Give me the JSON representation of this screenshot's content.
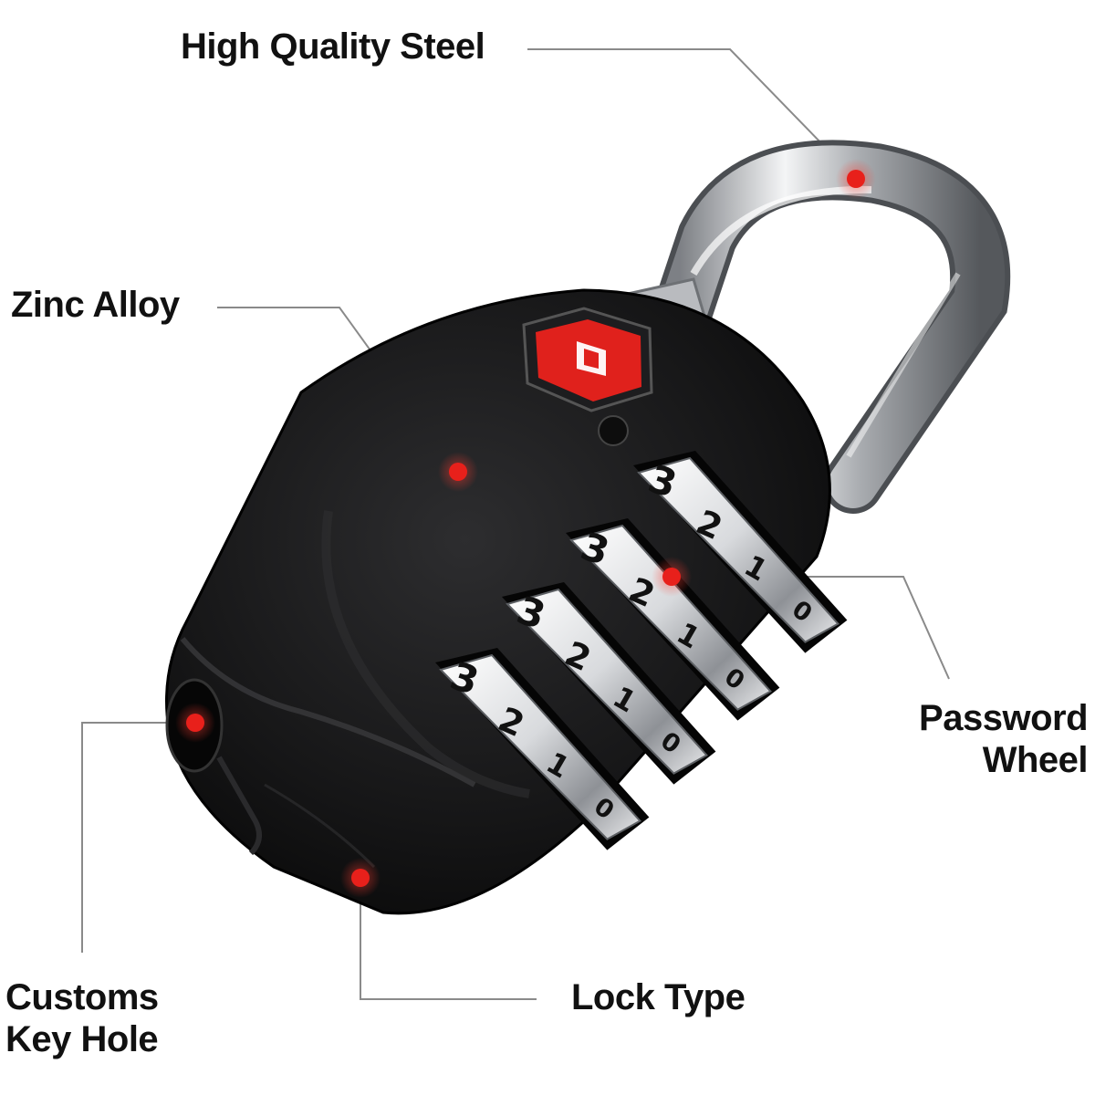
{
  "callouts": {
    "steel": "High Quality Steel",
    "zinc": "Zinc Alloy",
    "wheel_line1": "Password",
    "wheel_line2": "Wheel",
    "hole_line1": "Customs",
    "hole_line2": "Key Hole",
    "lock_type": "Lock Type"
  },
  "wheels": [
    {
      "digits": [
        "3",
        "2",
        "1",
        "0"
      ]
    },
    {
      "digits": [
        "3",
        "2",
        "1",
        "0"
      ]
    },
    {
      "digits": [
        "3",
        "2",
        "1",
        "0"
      ]
    },
    {
      "digits": [
        "3",
        "2",
        "1",
        "0"
      ]
    }
  ],
  "colors": {
    "body": "#141414",
    "shackle": "#c9ccd0",
    "tsa_red": "#e0211c",
    "marker": "#e8201b",
    "leader": "#8a8a8a"
  }
}
